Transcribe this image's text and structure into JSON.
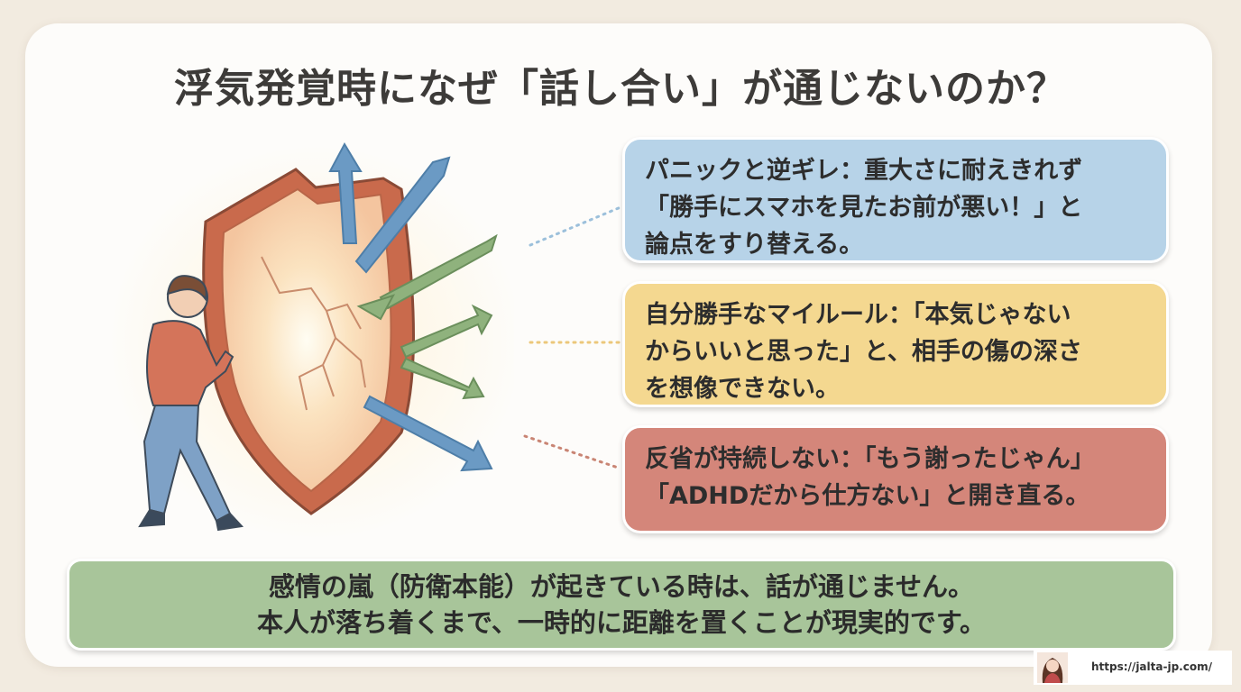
{
  "title": "浮気発覚時になぜ「話し合い」が通じないのか？",
  "boxes": [
    {
      "lines": [
        "パニックと逆ギレ：重大さに耐えきれず",
        "「勝手にスマホを見たお前が悪い！」と",
        "論点をすり替える。"
      ]
    },
    {
      "lines": [
        "自分勝手なマイルール：「本気じゃない",
        "からいいと思った」と、相手の傷の深さ",
        "を想像できない。"
      ]
    },
    {
      "lines": [
        "反省が持続しない：「もう謝ったじゃん」",
        "「ADHDだから仕方ない」と開き直る。"
      ]
    }
  ],
  "summary": {
    "lines": [
      "感情の嵐（防衛本能）が起きている時は、話が通じません。",
      "本人が落ち着くまで、一時的に距離を置くことが現実的です。"
    ]
  },
  "credit": {
    "url": "https://jalta-jp.com/"
  },
  "colors": {
    "box1": "#b7d3e8",
    "box2": "#f4d890",
    "box3": "#d4867a",
    "summary": "#a8c59a",
    "arrow_blue": "#6b9ac4",
    "arrow_green": "#8fb27d",
    "shield": "#d27a5a"
  },
  "icons": [
    "shield-icon",
    "person-pushing-icon",
    "arrow-icon",
    "avatar-icon"
  ]
}
